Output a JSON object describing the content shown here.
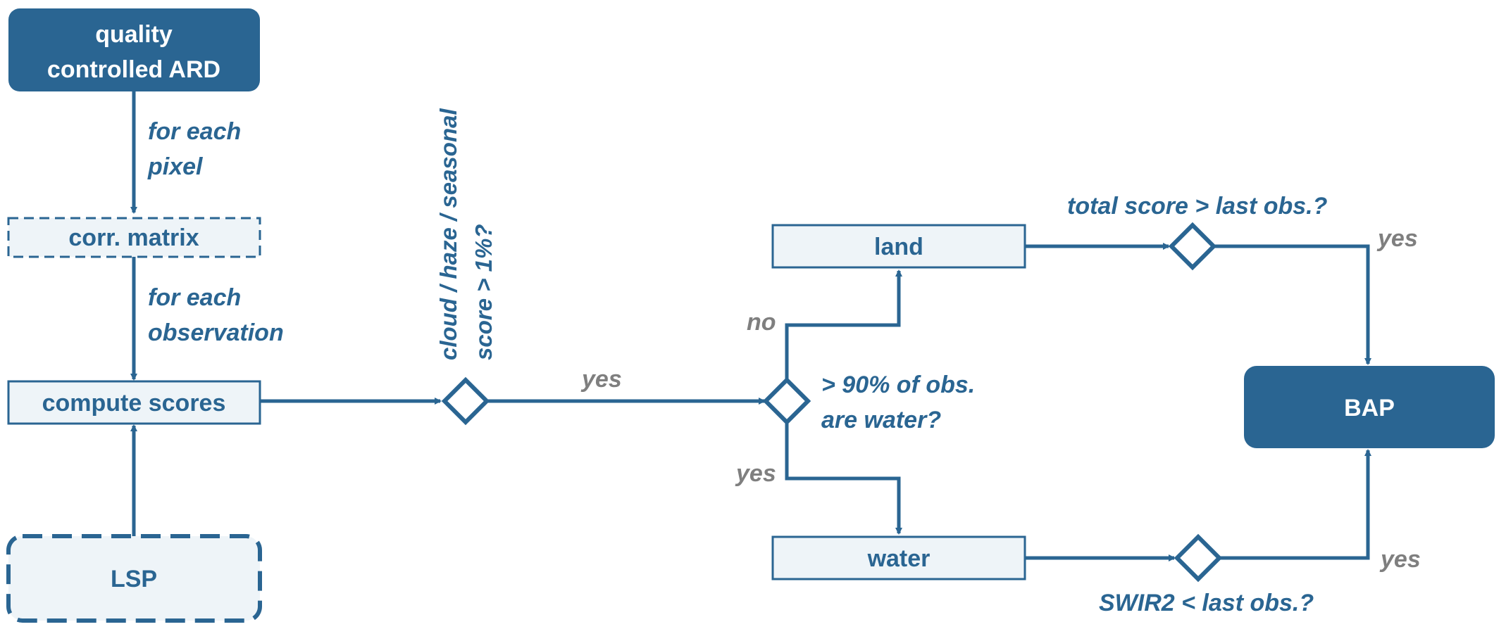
{
  "colors": {
    "primary": "#2a6592",
    "box_fill": "#eef4f8",
    "label_blue": "#2a6592",
    "label_grey": "#7f7f7f"
  },
  "nodes": {
    "ard": {
      "line1": "quality",
      "line2": "controlled ARD"
    },
    "corr_matrix": "corr. matrix",
    "compute_scores": "compute scores",
    "lsp": "LSP",
    "land": "land",
    "water": "water",
    "bap": "BAP"
  },
  "edge_labels": {
    "for_each_pixel": {
      "line1": "for each",
      "line2": "pixel"
    },
    "for_each_observation": {
      "line1": "for each",
      "line2": "observation"
    },
    "cloud_question": {
      "line1": "cloud / haze / seasonal",
      "line2": "score > 1%?"
    },
    "yes_main": "yes",
    "no": "no",
    "yes_water": "yes",
    "water_question": {
      "line1": "> 90% of obs.",
      "line2": "are water?"
    },
    "total_score_question": "total score > last obs.?",
    "yes_land": "yes",
    "swir_question": "SWIR2 < last obs.?",
    "yes_swir": "yes"
  }
}
